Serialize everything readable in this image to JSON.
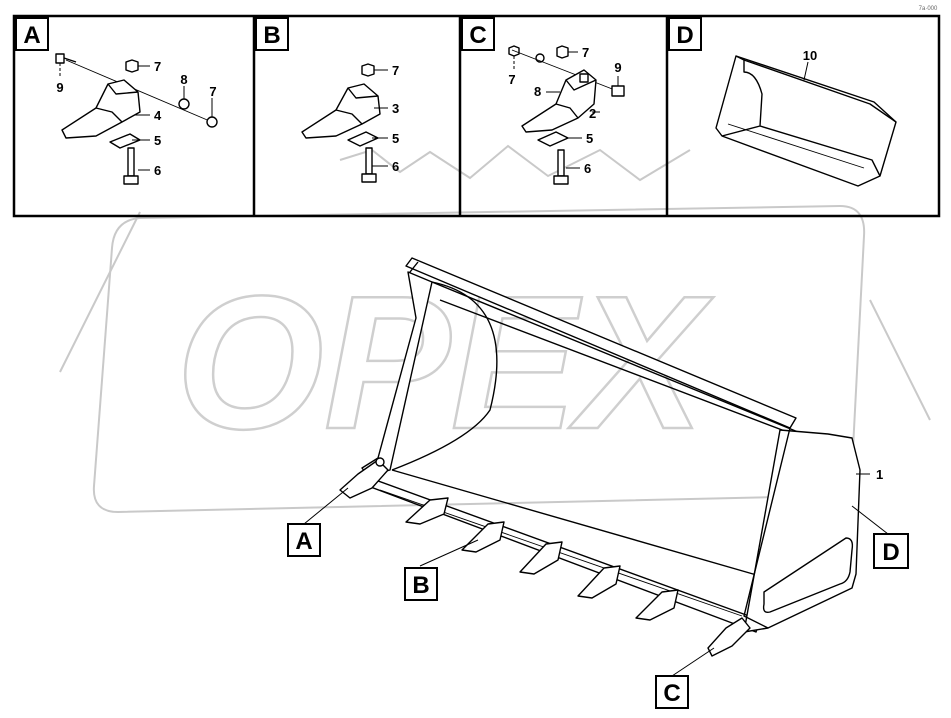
{
  "panels": [
    {
      "id": "panel-a",
      "letter": "A",
      "callouts": [
        "9",
        "7",
        "8",
        "7",
        "4",
        "5",
        "6"
      ]
    },
    {
      "id": "panel-b",
      "letter": "B",
      "callouts": [
        "7",
        "3",
        "5",
        "6"
      ]
    },
    {
      "id": "panel-c",
      "letter": "C",
      "callouts": [
        "7",
        "7",
        "9",
        "8",
        "2",
        "5",
        "6"
      ]
    },
    {
      "id": "panel-d",
      "letter": "D",
      "callouts": [
        "10"
      ]
    }
  ],
  "main": {
    "callout_bucket": "1",
    "labels": {
      "a": "A",
      "b": "B",
      "c": "C",
      "d": "D"
    }
  },
  "watermark": {
    "text": "OPEX"
  },
  "corner_mark": "7a·000"
}
